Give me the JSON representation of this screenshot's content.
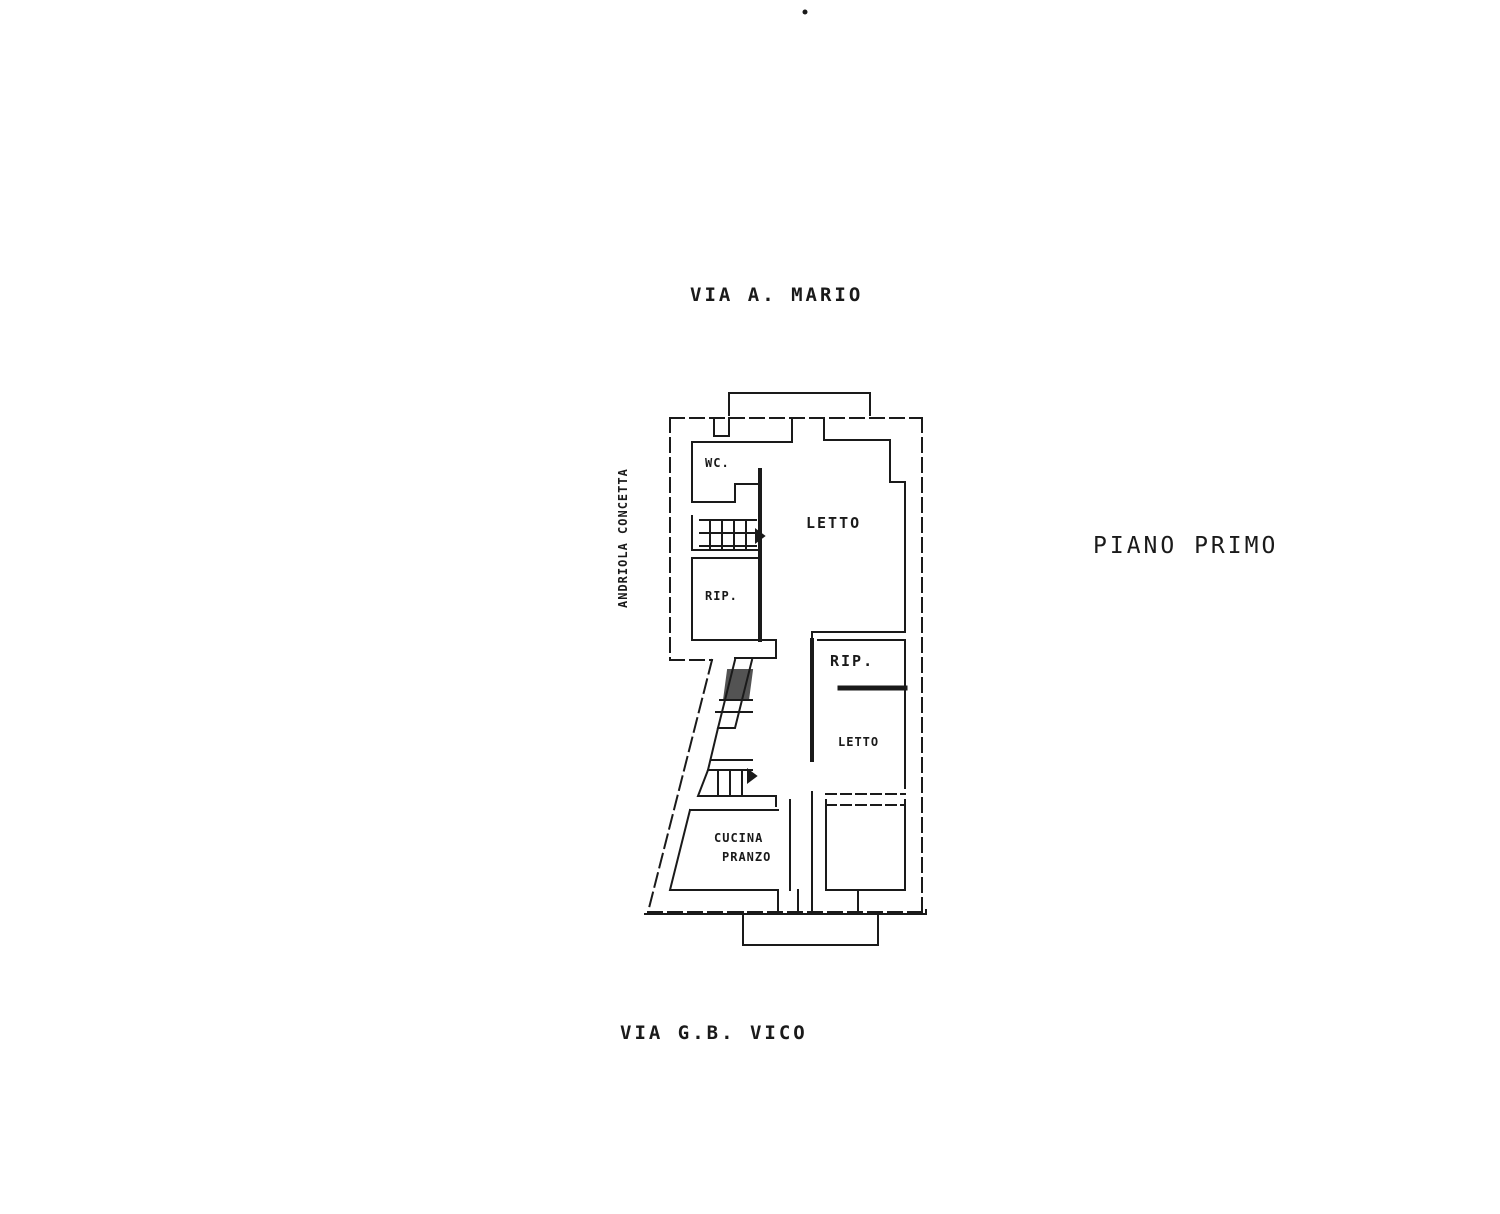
{
  "streets": {
    "north": "VIA  A. MARIO",
    "south": "VIA  G.B. VICO",
    "west": "ANDRIOLA CONCETTA"
  },
  "floor_title": "PIANO PRIMO",
  "rooms": {
    "wc": "WC.",
    "letto_1": "LETTO",
    "rip_1": "RIP.",
    "rip_2": "RIP.",
    "letto_2": "LETTO",
    "cucina": "CUCINA",
    "pranzo": "PRANZO"
  },
  "colors": {
    "ink": "#1a1a1a",
    "paper": "#ffffff"
  }
}
